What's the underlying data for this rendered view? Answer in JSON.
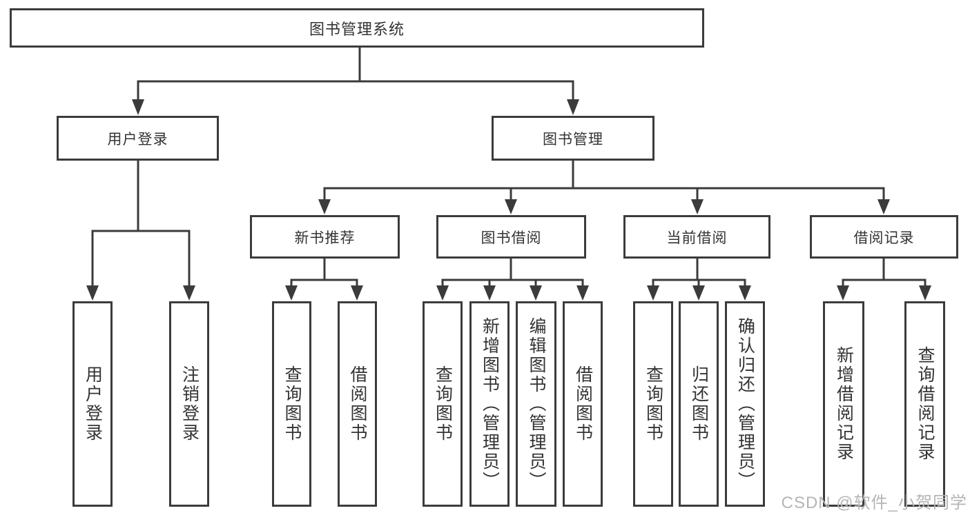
{
  "tree": {
    "root": {
      "label": "图书管理系统"
    },
    "branches": [
      {
        "label": "用户登录",
        "children": [
          {
            "label": "用户登录"
          },
          {
            "label": "注销登录"
          }
        ]
      },
      {
        "label": "图书管理",
        "children": [
          {
            "label": "新书推荐",
            "children": [
              {
                "label": "查询图书"
              },
              {
                "label": "借阅图书"
              }
            ]
          },
          {
            "label": "图书借阅",
            "children": [
              {
                "label": "查询图书"
              },
              {
                "label": "新增图书（管理员）"
              },
              {
                "label": "编辑图书（管理员）"
              },
              {
                "label": "借阅图书"
              }
            ]
          },
          {
            "label": "当前借阅",
            "children": [
              {
                "label": "查询图书"
              },
              {
                "label": "归还图书"
              },
              {
                "label": "确认归还（管理员）"
              }
            ]
          },
          {
            "label": "借阅记录",
            "children": [
              {
                "label": "新增借阅记录"
              },
              {
                "label": "查询借阅记录"
              }
            ]
          }
        ]
      }
    ]
  },
  "watermark": {
    "text": "CSDN @软件_小贺同学"
  },
  "colors": {
    "line": "#3b3b3b",
    "box_border": "#3b3b3b",
    "text": "#333333",
    "background": "#ffffff",
    "watermark": "#b5b5b5"
  }
}
